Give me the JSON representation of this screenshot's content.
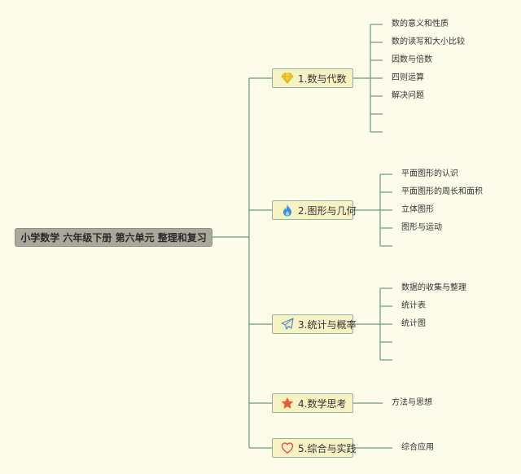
{
  "root": {
    "title": "小学数学 六年级下册 第六单元 整理和复习"
  },
  "branches": [
    {
      "label": "1.数与代数",
      "icon": "gem-icon",
      "icon_color": "#f2d43a",
      "leaves": [
        "数的意义和性质",
        "数的读写和大小比较",
        "因数与倍数",
        "四则运算",
        "解决问题",
        "",
        ""
      ]
    },
    {
      "label": "2.图形与几何",
      "icon": "flame-icon",
      "icon_color": "#3a8fd8",
      "leaves": [
        "平面图形的认识",
        "平面图形的周长和面积",
        "立体图形",
        "图形与运动",
        ""
      ]
    },
    {
      "label": "3.统计与概率",
      "icon": "paper-plane-icon",
      "icon_color": "#4a8fc4",
      "leaves": [
        "数据的收集与整理",
        "统计表",
        "统计图",
        "",
        ""
      ]
    },
    {
      "label": "4.数学思考",
      "icon": "star-icon",
      "icon_color": "#e0623a",
      "leaves": [
        "方法与思想"
      ]
    },
    {
      "label": "5.综合与实践",
      "icon": "heart-icon",
      "icon_color": "#e04848",
      "leaves": [
        "综合应用"
      ]
    }
  ],
  "colors": {
    "connector": "#6a9a80",
    "root_fill": "#aaa89a",
    "branch_fill": "#f7f2c4",
    "background": "#fdfbea"
  }
}
